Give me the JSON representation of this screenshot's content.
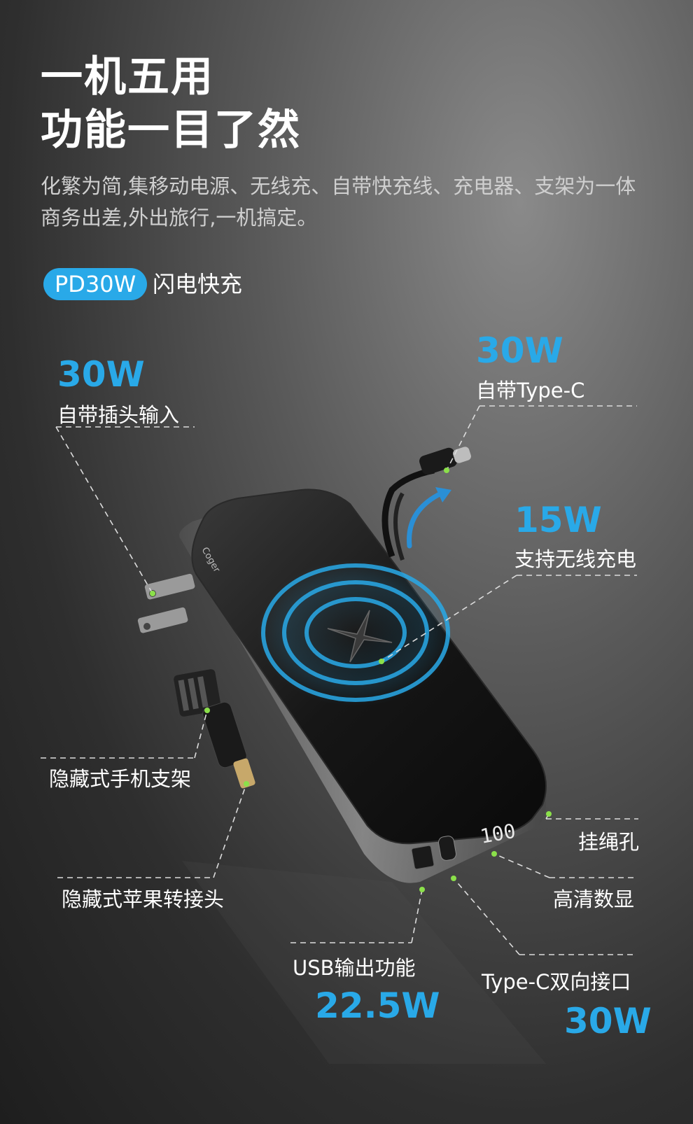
{
  "headline": {
    "line1": "一机五用",
    "line2": "功能一目了然"
  },
  "subtitle": {
    "line1": "化繁为简,集移动电源、无线充、自带快充线、充电器、支架为一体",
    "line2": "商务出差,外出旅行,一机搞定。"
  },
  "pd": {
    "badge": "PD30W",
    "text": "闪电快充"
  },
  "features": {
    "plug": {
      "watt": "30W",
      "label": "自带插头输入"
    },
    "typec_cable": {
      "watt": "30W",
      "label": "自带Type-C"
    },
    "wireless": {
      "watt": "15W",
      "label": "支持无线充电"
    },
    "stand": {
      "label": "隐藏式手机支架"
    },
    "lightning": {
      "label": "隐藏式苹果转接头"
    },
    "lanyard": {
      "label": "挂绳孔"
    },
    "display": {
      "label": "高清数显"
    },
    "usb": {
      "label": "USB输出功能",
      "watt": "22.5W"
    },
    "typec_port": {
      "label": "Type-C双向接口",
      "watt": "30W"
    }
  },
  "product": {
    "brand": "Coger",
    "display_value": "100",
    "icon": "wireless-charge-x-icon"
  },
  "colors": {
    "accent": "#29a9e8",
    "marker": "#8be04a",
    "dash": "#dcdcdc"
  }
}
